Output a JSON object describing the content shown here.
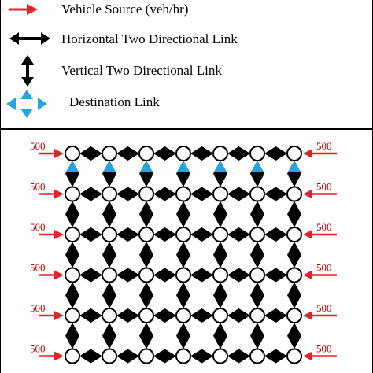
{
  "legend": {
    "items": [
      {
        "label": "Vehicle Source (veh/hr)",
        "icon": "red-arrow-icon"
      },
      {
        "label": "Horizontal Two Directional Link",
        "icon": "black-horizontal-double-arrow-icon"
      },
      {
        "label": "Vertical Two Directional Link",
        "icon": "black-vertical-double-arrow-icon"
      },
      {
        "label": " Destination Link",
        "icon": "blue-four-way-arrow-icon"
      }
    ]
  },
  "network": {
    "columns": 7,
    "rows": 6,
    "left_sources": [
      "500",
      "500",
      "500",
      "500",
      "500",
      "500"
    ],
    "right_sources": [
      "500",
      "500",
      "500",
      "500",
      "500",
      "500"
    ]
  },
  "colors": {
    "source": "#e8202a",
    "source_label": "#c00000",
    "link": "#000000",
    "destination": "#29a3df",
    "node_fill": "#ffffff",
    "node_stroke": "#000000"
  }
}
